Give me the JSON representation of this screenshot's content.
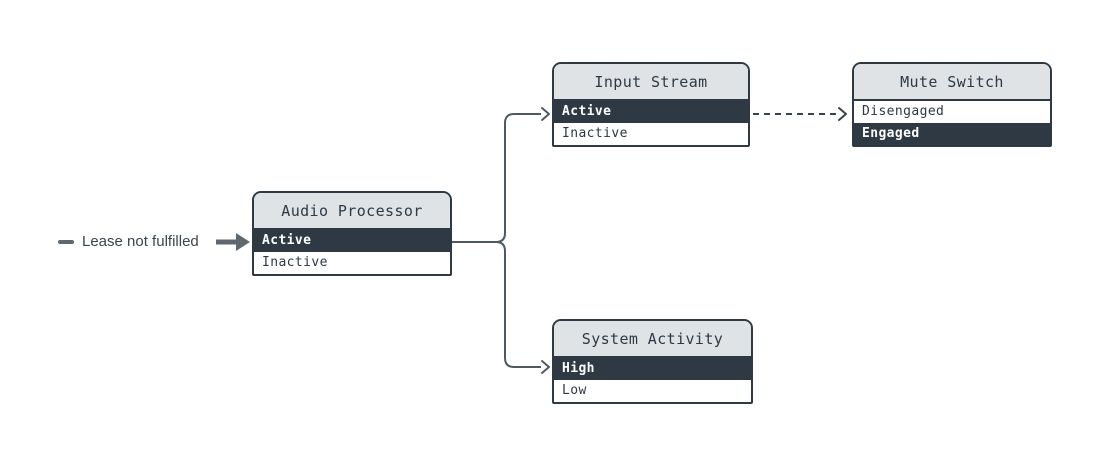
{
  "diagram": {
    "legend": {
      "label": "Lease not fulfilled"
    },
    "nodes": [
      {
        "id": "audio-processor",
        "title": "Audio Processor",
        "rows": [
          {
            "label": "Active",
            "active": true
          },
          {
            "label": "Inactive",
            "active": false
          }
        ]
      },
      {
        "id": "input-stream",
        "title": "Input Stream",
        "rows": [
          {
            "label": "Active",
            "active": true
          },
          {
            "label": "Inactive",
            "active": false
          }
        ]
      },
      {
        "id": "mute-switch",
        "title": "Mute Switch",
        "rows": [
          {
            "label": "Disengaged",
            "active": false
          },
          {
            "label": "Engaged",
            "active": true
          }
        ]
      },
      {
        "id": "system-activity",
        "title": "System Activity",
        "rows": [
          {
            "label": "High",
            "active": true
          },
          {
            "label": "Low",
            "active": false
          }
        ]
      }
    ],
    "edges": [
      {
        "from": "audio-processor.Active",
        "to": "input-stream",
        "style": "solid"
      },
      {
        "from": "audio-processor.Active",
        "to": "system-activity",
        "style": "solid"
      },
      {
        "from": "input-stream.Active",
        "to": "mute-switch",
        "style": "dashed"
      },
      {
        "from": "legend",
        "to": "audio-processor",
        "style": "thick"
      }
    ],
    "colors": {
      "node_dark": "#2e3944",
      "node_header_bg": "#e0e3e6",
      "node_border": "#2e3944",
      "connector": "#4e5961",
      "dashed_connector": "#39434c",
      "legend_arrow": "#5f686f",
      "canvas_bg": "#ffffff"
    }
  }
}
